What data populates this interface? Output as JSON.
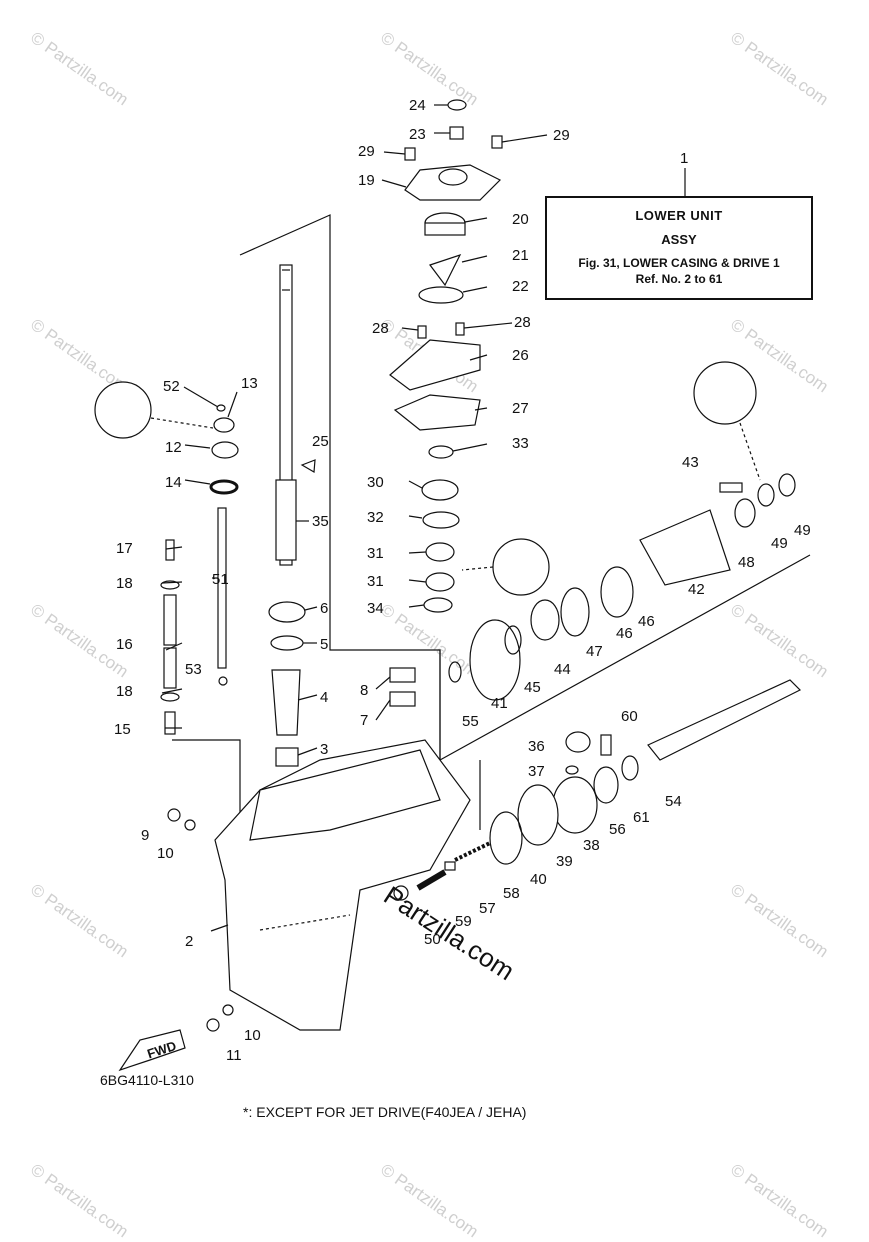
{
  "watermark": "© Partzilla.com",
  "watermark_main": "Partzilla.com",
  "info_box": {
    "line1": "LOWER UNIT",
    "line2": "ASSY",
    "line3": "Fig. 31, LOWER CASING & DRIVE 1",
    "line4": "Ref. No. 2 to 61"
  },
  "diagram_code": "6BG4110-L310",
  "footnote": "*: EXCEPT FOR JET DRIVE(F40JEA / JEHA)",
  "fwd_label": "FWD",
  "callouts": [
    "1",
    "2",
    "3",
    "4",
    "5",
    "6",
    "7",
    "8",
    "9",
    "10",
    "10",
    "11",
    "12",
    "13",
    "14",
    "15",
    "16",
    "17",
    "18",
    "18",
    "19",
    "20",
    "21",
    "22",
    "23",
    "24",
    "25",
    "26",
    "27",
    "28",
    "28",
    "29",
    "29",
    "30",
    "31",
    "31",
    "32",
    "33",
    "34",
    "35",
    "36",
    "37",
    "38",
    "39",
    "40",
    "41",
    "42",
    "43",
    "44",
    "45",
    "46",
    "46",
    "47",
    "48",
    "49",
    "49",
    "50",
    "51",
    "52",
    "53",
    "54",
    "55",
    "56",
    "57",
    "58",
    "59",
    "60",
    "61"
  ]
}
